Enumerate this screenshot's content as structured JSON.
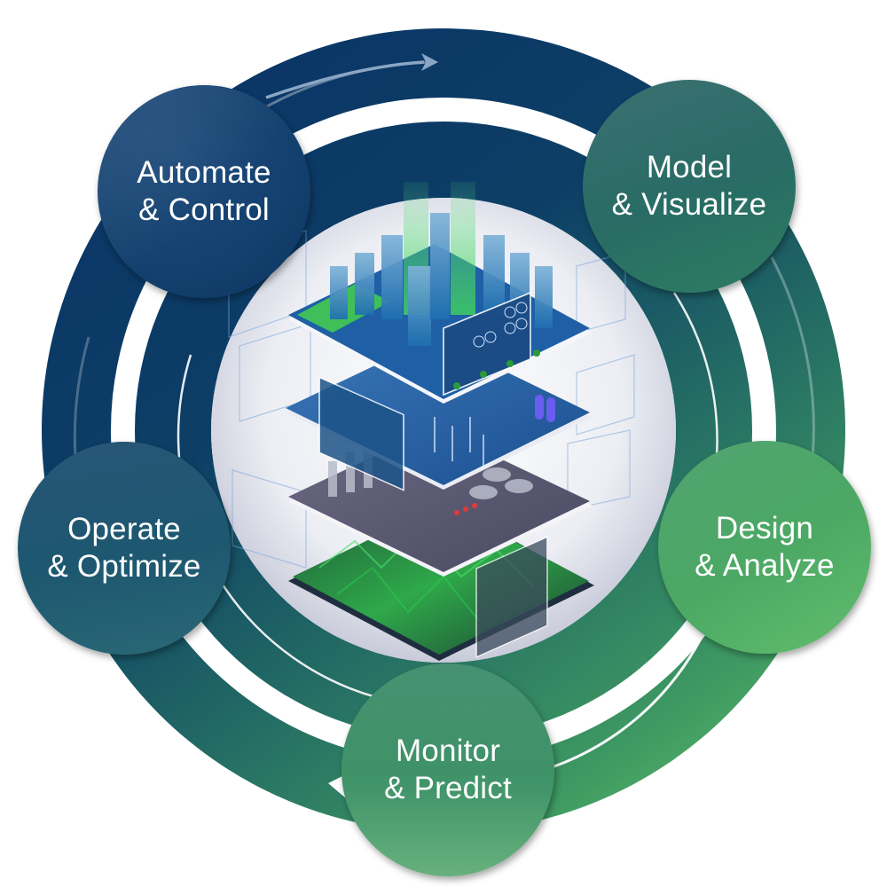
{
  "diagram": {
    "type": "cycle",
    "direction": "clockwise",
    "colors": {
      "navy": "#0b3766",
      "teal": "#266a66",
      "green": "#5dbb66",
      "background": "#ffffff",
      "center_disc": "#eeeff5"
    },
    "stages": [
      {
        "id": "automate",
        "line1": "Automate",
        "line2": "& Control"
      },
      {
        "id": "model",
        "line1": "Model",
        "line2": "& Visualize"
      },
      {
        "id": "design",
        "line1": "Design",
        "line2": "& Analyze"
      },
      {
        "id": "monitor",
        "line1": "Monitor",
        "line2": "& Predict"
      },
      {
        "id": "operate",
        "line1": "Operate",
        "line2": "& Optimize"
      }
    ],
    "center_illustration": {
      "description": "isometric digital twin stack",
      "layers": [
        "city",
        "power-grid",
        "industrial-plant",
        "terrain"
      ]
    }
  }
}
